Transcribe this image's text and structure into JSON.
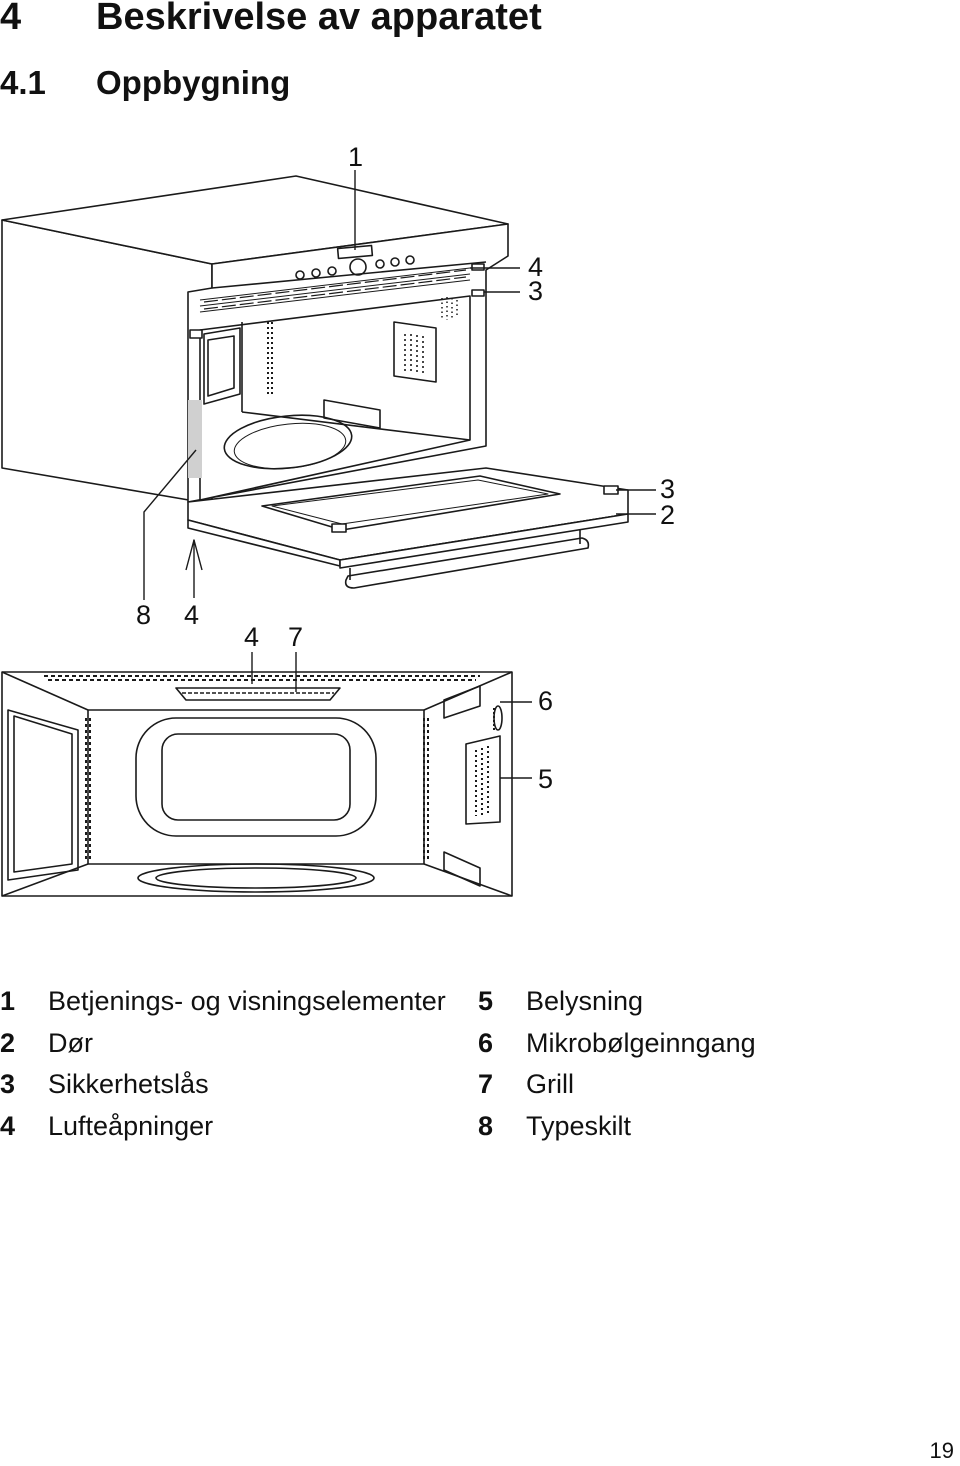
{
  "heading": {
    "number": "4",
    "title": "Beskrivelse av apparatet"
  },
  "subheading": {
    "number": "4.1",
    "title": "Oppbygning"
  },
  "callouts": {
    "top_1": "1",
    "right_4": "4",
    "right_3a": "3",
    "right_3b": "3",
    "right_2": "2",
    "bottom_8": "8",
    "bottom_4a": "4",
    "bottom_4b": "4",
    "bottom_7": "7",
    "right_6": "6",
    "right_5": "5"
  },
  "legend": [
    {
      "num": "1",
      "text": "Betjenings- og visningselementer"
    },
    {
      "num": "2",
      "text": "Dør"
    },
    {
      "num": "3",
      "text": "Sikkerhetslås"
    },
    {
      "num": "4",
      "text": "Lufteåpninger"
    },
    {
      "num": "5",
      "text": "Belysning"
    },
    {
      "num": "6",
      "text": "Mikrobølgeinngang"
    },
    {
      "num": "7",
      "text": "Grill"
    },
    {
      "num": "8",
      "text": "Typeskilt"
    }
  ],
  "page_number": "19"
}
